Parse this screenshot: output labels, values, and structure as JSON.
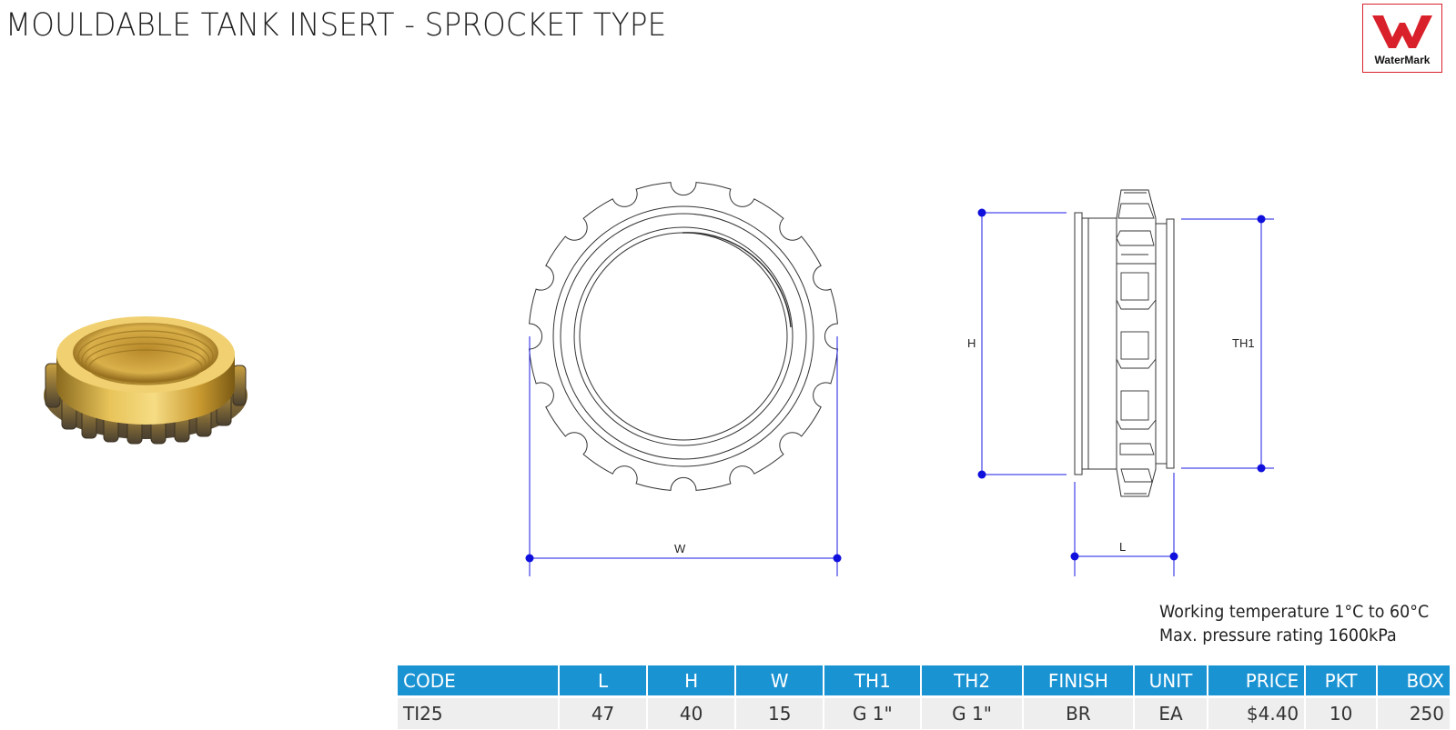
{
  "header": {
    "title": "MOULDABLE TANK INSERT - SPROCKET TYPE"
  },
  "logo": {
    "text": "WaterMark",
    "color": "#d8212a"
  },
  "drawing": {
    "labels": {
      "w": "W",
      "h": "H",
      "th1": "TH1",
      "l": "L"
    },
    "dimension_color": "#1a1ae6"
  },
  "specs": {
    "temperature": "Working temperature 1°C to 60°C",
    "pressure": "Max. pressure rating 1600kPa"
  },
  "table": {
    "header_color": "#1a93d3",
    "columns": [
      "CODE",
      "L",
      "H",
      "W",
      "TH1",
      "TH2",
      "FINISH",
      "UNIT",
      "PRICE",
      "PKT",
      "BOX"
    ],
    "rows": [
      [
        "TI25",
        "47",
        "40",
        "15",
        "G 1\"",
        "G 1\"",
        "BR",
        "EA",
        "$4.40",
        "10",
        "250"
      ]
    ]
  }
}
